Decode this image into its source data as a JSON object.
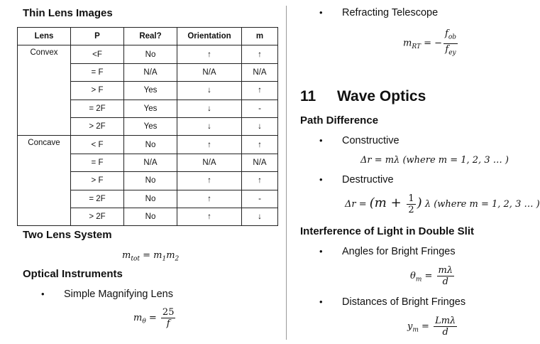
{
  "left": {
    "thin_lens_title": "Thin Lens Images",
    "table": {
      "headers": [
        "Lens",
        "P",
        "Real?",
        "Orientation",
        "m"
      ],
      "groups": [
        {
          "lens": "Convex",
          "rows": [
            [
              "<F",
              "No",
              "↑",
              "↑"
            ],
            [
              "= F",
              "N/A",
              "N/A",
              "N/A"
            ],
            [
              "> F",
              "Yes",
              "↓",
              "↑"
            ],
            [
              "= 2F",
              "Yes",
              "↓",
              "-"
            ],
            [
              "> 2F",
              "Yes",
              "↓",
              "↓"
            ]
          ]
        },
        {
          "lens": "Concave",
          "rows": [
            [
              "< F",
              "No",
              "↑",
              "↑"
            ],
            [
              "= F",
              "N/A",
              "N/A",
              "N/A"
            ],
            [
              "> F",
              "No",
              "↑",
              "↑"
            ],
            [
              "= 2F",
              "No",
              "↑",
              "-"
            ],
            [
              "> 2F",
              "No",
              "↑",
              "↓"
            ]
          ]
        }
      ]
    },
    "two_lens_title": "Two Lens System",
    "two_lens_formula": {
      "lhs": "m",
      "lhs_sub": "tot",
      "eq": " = ",
      "r1": "m",
      "r1_sub": "1",
      "r2": "m",
      "r2_sub": "2"
    },
    "optical_title": "Optical Instruments",
    "bullet_dot": "•",
    "magnifier_label": "Simple Magnifying Lens",
    "magnifier_formula": {
      "lhs": "m",
      "lhs_sub": "θ",
      "eq": " = ",
      "num": "25",
      "den": "f"
    }
  },
  "right": {
    "telescope_label": "Refracting Telescope",
    "telescope_formula": {
      "lhs": "m",
      "lhs_sub": "RT",
      "eq": " = −",
      "num": "f",
      "num_sub": "ob",
      "den": "f",
      "den_sub": "ey"
    },
    "section_number": "11",
    "section_title": "Wave Optics",
    "path_title": "Path Difference",
    "constructive_label": "Constructive",
    "constructive_formula": "Δr = mλ (where m = 1, 2, 3 … )",
    "destructive_label": "Destructive",
    "destructive_formula": {
      "pre": "Δr = ",
      "open": "(m + ",
      "num": "1",
      "den": "2",
      "close": ")",
      "post": " λ (where m = 1, 2, 3 … )"
    },
    "interference_title": "Interference of Light in Double Slit",
    "angles_label": "Angles for Bright Fringes",
    "angles_formula": {
      "lhs": "θ",
      "lhs_sub": "m",
      "eq": " = ",
      "num": "mλ",
      "den": "d"
    },
    "distances_label": "Distances of Bright Fringes",
    "distances_formula": {
      "lhs": "y",
      "lhs_sub": "m",
      "eq": " = ",
      "num": "Lmλ",
      "den": "d"
    }
  }
}
